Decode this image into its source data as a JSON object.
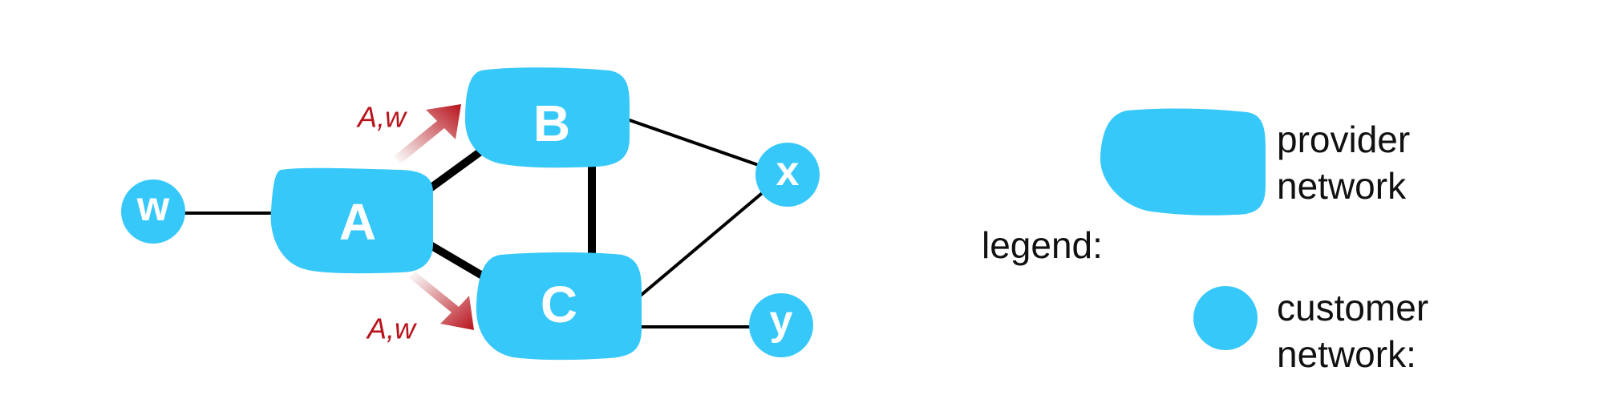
{
  "colors": {
    "network_fill": "#37c8fa",
    "link": "#000000",
    "advert_arrow": "#b8121b",
    "advert_label": "#b8121b"
  },
  "nodes": {
    "a": {
      "label": "A",
      "kind": "provider network"
    },
    "b": {
      "label": "B",
      "kind": "provider network"
    },
    "c": {
      "label": "C",
      "kind": "provider network"
    },
    "w": {
      "label": "w",
      "kind": "customer network"
    },
    "x": {
      "label": "x",
      "kind": "customer network"
    },
    "y": {
      "label": "y",
      "kind": "customer network"
    }
  },
  "links": [
    {
      "from": "w",
      "to": "A",
      "weight": "thin"
    },
    {
      "from": "A",
      "to": "B",
      "weight": "thick"
    },
    {
      "from": "A",
      "to": "C",
      "weight": "thick"
    },
    {
      "from": "B",
      "to": "C",
      "weight": "thick"
    },
    {
      "from": "B",
      "to": "x",
      "weight": "thin"
    },
    {
      "from": "C",
      "to": "x",
      "weight": "thin"
    },
    {
      "from": "C",
      "to": "y",
      "weight": "thin"
    }
  ],
  "advertisements": {
    "to_b": {
      "label": "A,w",
      "from": "A",
      "to": "B",
      "icon": "gradient-arrow-icon"
    },
    "to_c": {
      "label": "A,w",
      "from": "A",
      "to": "C",
      "icon": "gradient-arrow-icon"
    }
  },
  "legend": {
    "title": "legend:",
    "provider_line1": "provider",
    "provider_line2": "network",
    "customer_line1": "customer",
    "customer_line2": "network:"
  }
}
